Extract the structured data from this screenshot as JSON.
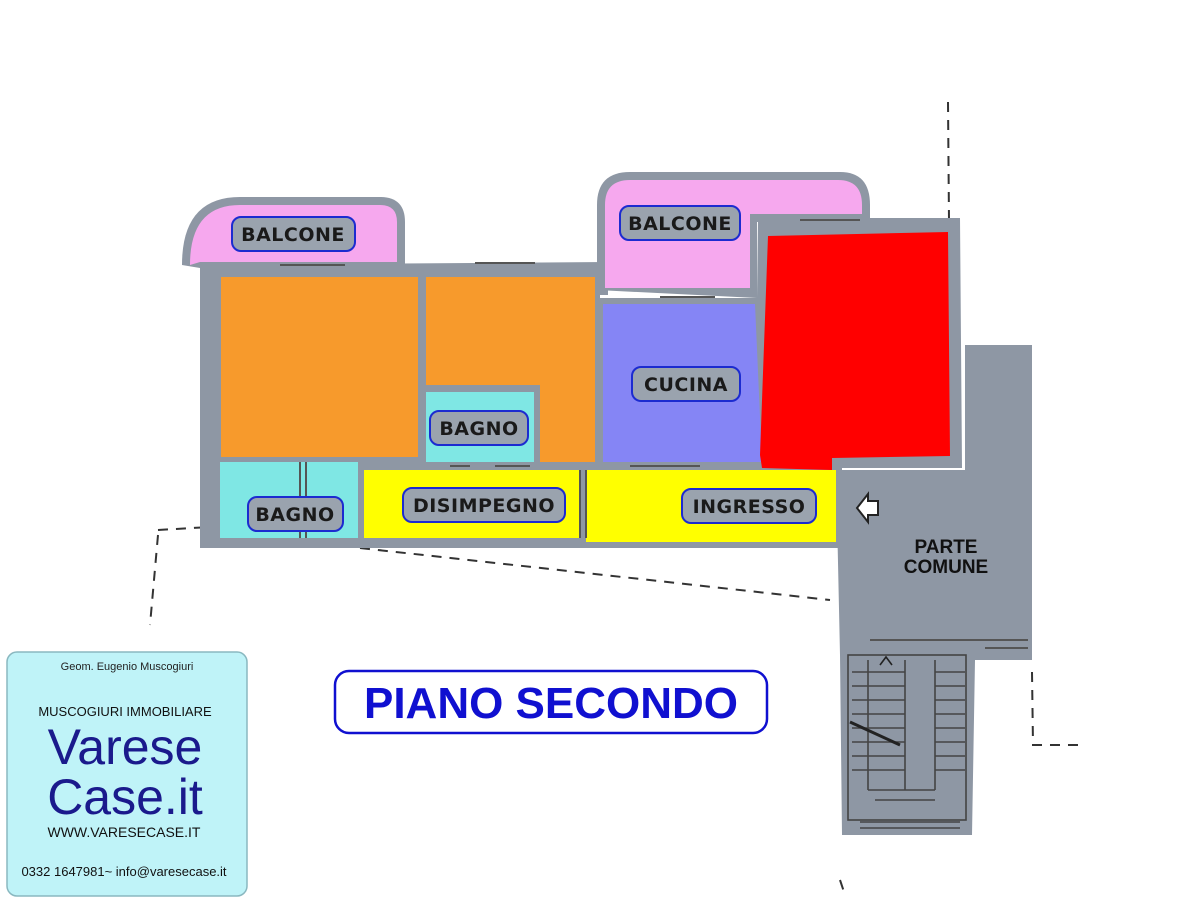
{
  "rooms": {
    "balcone_left": "BALCONE",
    "balcone_right": "BALCONE",
    "cucina": "CUCINA",
    "bagno_center": "BAGNO",
    "bagno_left": "BAGNO",
    "disimpegno": "DISIMPEGNO",
    "ingresso": "INGRESSO",
    "parte_comune_line1": "PARTE",
    "parte_comune_line2": "COMUNE"
  },
  "floor_title": "PIANO SECONDO",
  "logo": {
    "author": "Geom. Eugenio Muscogiuri",
    "company": "MUSCOGIURI IMMOBILIARE",
    "brand_line1": "Varese",
    "brand_line2": "Case.it",
    "website": "WWW.VARESECASE.IT",
    "contact": "0332 1647981~ info@varesecase.it"
  },
  "colors": {
    "wall": "#8e97a4",
    "balcone": "#f6a8ee",
    "camera": "#f79a2c",
    "bagno": "#7fe7e4",
    "cucina": "#8585f5",
    "soggiorno": "#ff0000",
    "corridoio": "#ffff00",
    "comune": "#98a0ac",
    "label_box": "#9aa3ae",
    "label_border": "#1c2bd0",
    "title_blue": "#1010d0",
    "logo_bg": "#bff3f8"
  }
}
